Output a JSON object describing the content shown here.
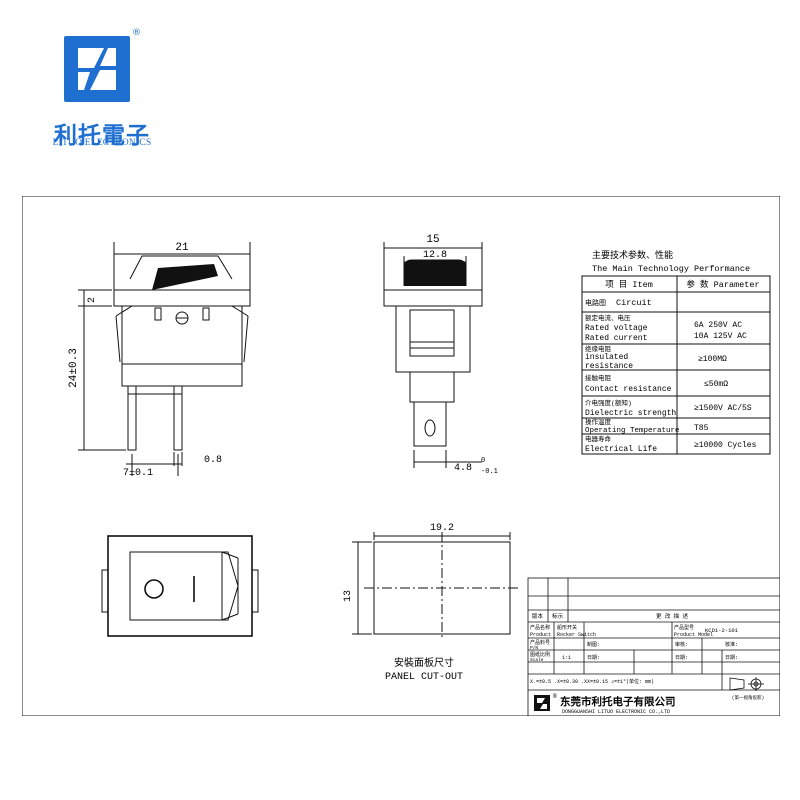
{
  "logo": {
    "name_cn": "利托電子",
    "name_en": "LITUO ELECTRONICS",
    "registered": "®",
    "color": "#1f6fd1"
  },
  "dims": {
    "front_width": "21",
    "front_top": "2",
    "front_height": "24±0.3",
    "front_pin_pitch": "7±0.1",
    "front_pin_thick": "0.8",
    "side_width": "15",
    "side_cap": "12.8",
    "side_pin": "4.8",
    "side_pin_tol_upper": "0",
    "side_pin_tol_lower": "-0.1",
    "cutout_width": "19.2",
    "cutout_height": "13"
  },
  "panel": {
    "title_cn": "安裝面板尺寸",
    "title_en": "PANEL CUT-OUT"
  },
  "spec": {
    "heading_cn": "主要技术参数、性能",
    "heading_en": "The Main Technology Performance",
    "col_item": "项 目 Item",
    "col_param": "参 数 Parameter",
    "rows": [
      {
        "item_cn": "电路图",
        "item_en": "Circuit",
        "value": ""
      },
      {
        "item_cn": "额定电流、电压",
        "item_en": "Rated voltage",
        "item_en2": "Rated current",
        "value": "6A 250V AC",
        "value2": "10A 125V AC"
      },
      {
        "item_cn": "绝缘电阻",
        "item_en": "insulated",
        "item_en2": "resistance",
        "value": "≥100MΩ"
      },
      {
        "item_cn": "接触电阻",
        "item_en": "Contact resistance",
        "value": "≤50mΩ"
      },
      {
        "item_cn": "介电强度(额知)",
        "item_en": "Dielectric strength",
        "value": "≥1500V AC/5S"
      },
      {
        "item_cn": "操作温度",
        "item_en": "Operating Temperature",
        "value": "T85"
      },
      {
        "item_cn": "电器寿命",
        "item_en": "Electrical Life",
        "value": "≥10000  Cycles"
      }
    ]
  },
  "title_block": {
    "rev_label": "版本",
    "mark_label": "标示",
    "change_label": "更 改 描 述",
    "product_name_label": "产品名称",
    "product_name_label_en": "Product",
    "product_name": "船形开关",
    "product_name_en": "Rocker Switch",
    "product_model_label": "产品型号",
    "product_model_label_en": "Product Model",
    "product_model": "KCD1-2-101",
    "part_no_label": "产品料号",
    "part_no_label_en": "P/N",
    "draw_label": "制图:",
    "review_label": "审核:",
    "approve_label": "核准:",
    "scale_label": "图纸比例",
    "scale_label_en": "Scale",
    "scale_value": "1:1",
    "date_label": "日期:",
    "tolerance": "X.=±0.5  .X=±0.30  .XX=±0.15  ∠=±1°(单位: mm)",
    "projection": "(第一视角投影)",
    "company_cn": "东莞市利托电子有限公司",
    "company_en": "DONGGUANSHI LITUO ELECTRONIC CO.,LTD"
  }
}
